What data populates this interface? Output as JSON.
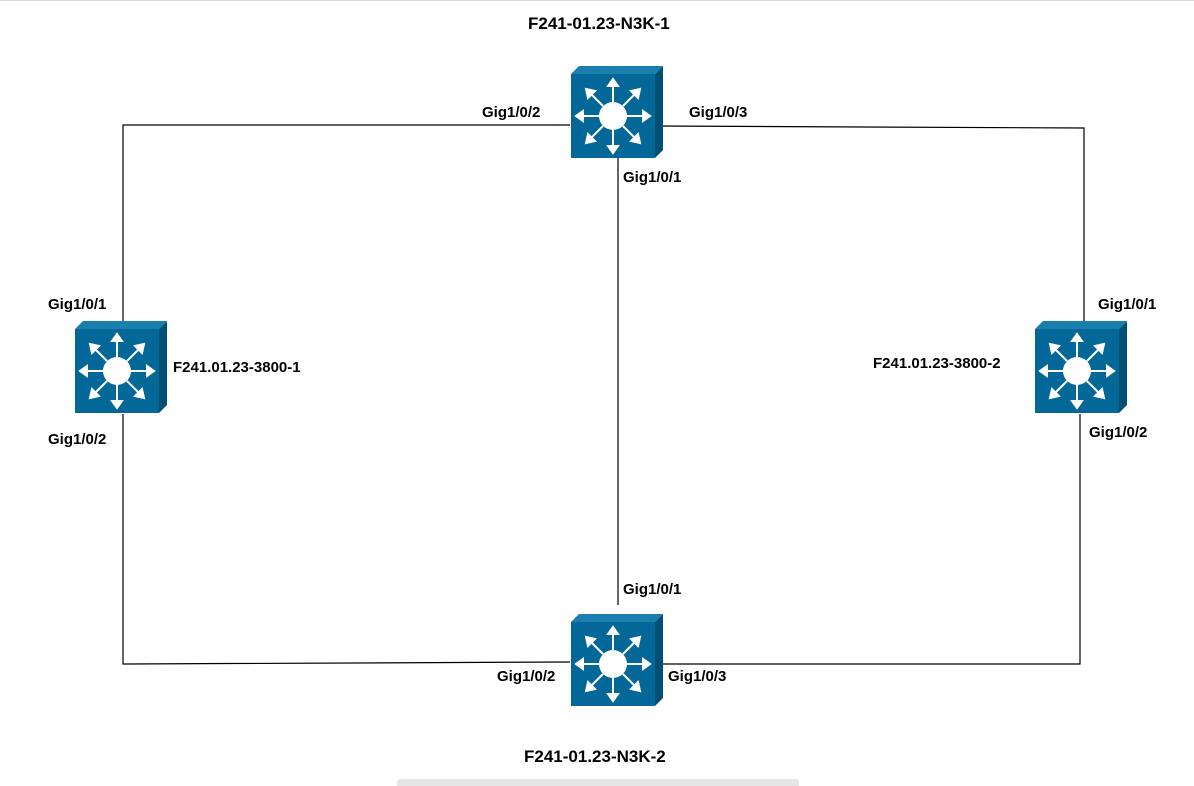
{
  "colors": {
    "switch_front": "#036897",
    "switch_top": "#1b7fae",
    "switch_side": "#024f74",
    "link": "#000000",
    "background": "#ffffff"
  },
  "devices": {
    "n3k1": {
      "name": "F241-01.23-N3K-1",
      "icon": "layer3-switch-icon"
    },
    "n3k2": {
      "name": "F241-01.23-N3K-2",
      "icon": "layer3-switch-icon"
    },
    "sw3800_1": {
      "name": "F241.01.23-3800-1",
      "icon": "layer3-switch-icon"
    },
    "sw3800_2": {
      "name": "F241.01.23-3800-2",
      "icon": "layer3-switch-icon"
    }
  },
  "ports": {
    "n3k1_gig102": "Gig1/0/2",
    "n3k1_gig103": "Gig1/0/3",
    "n3k1_gig101": "Gig1/0/1",
    "sw1_gig101": "Gig1/0/1",
    "sw1_gig102": "Gig1/0/2",
    "sw2_gig101": "Gig1/0/1",
    "sw2_gig102": "Gig1/0/2",
    "n3k2_gig101": "Gig1/0/1",
    "n3k2_gig102": "Gig1/0/2",
    "n3k2_gig103": "Gig1/0/3"
  },
  "links": [
    {
      "from": "F241-01.23-N3K-1",
      "from_port": "Gig1/0/2",
      "to": "F241.01.23-3800-1",
      "to_port": "Gig1/0/1"
    },
    {
      "from": "F241-01.23-N3K-1",
      "from_port": "Gig1/0/3",
      "to": "F241.01.23-3800-2",
      "to_port": "Gig1/0/1"
    },
    {
      "from": "F241-01.23-N3K-1",
      "from_port": "Gig1/0/1",
      "to": "F241-01.23-N3K-2",
      "to_port": "Gig1/0/1"
    },
    {
      "from": "F241.01.23-3800-1",
      "from_port": "Gig1/0/2",
      "to": "F241-01.23-N3K-2",
      "to_port": "Gig1/0/2"
    },
    {
      "from": "F241.01.23-3800-2",
      "from_port": "Gig1/0/2",
      "to": "F241-01.23-N3K-2",
      "to_port": "Gig1/0/3"
    }
  ]
}
